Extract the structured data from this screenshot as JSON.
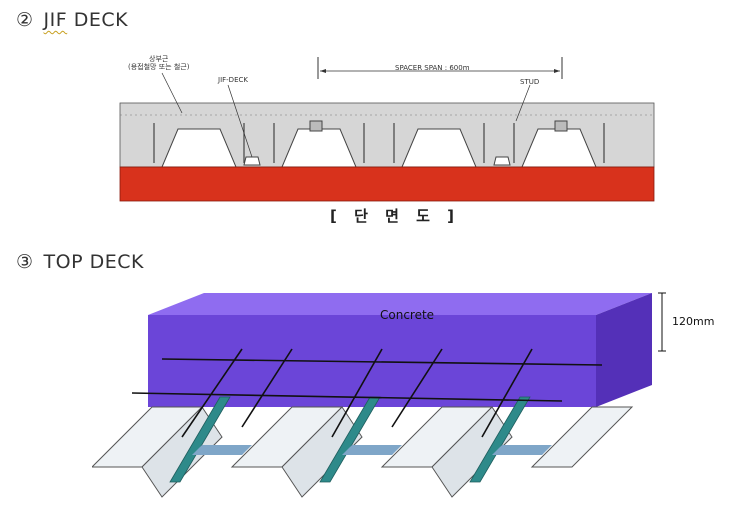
{
  "sections": [
    {
      "num": "②",
      "title_a": "JIF",
      "title_b": "DECK"
    },
    {
      "num": "③",
      "title": "TOP DECK"
    }
  ],
  "jif_deck": {
    "label_rebar_line1": "상부근",
    "label_rebar_line2": "(용접철망 또는 철근)",
    "label_jif": "JIF-DECK",
    "label_spacer": "SPACER SPAN : 600m",
    "label_stud": "STUD",
    "caption": "[ 단 면 도 ]"
  },
  "top_deck": {
    "concrete_label": "Concrete",
    "thickness_label": "120mm",
    "colors": {
      "concrete": "#6b45d8",
      "concrete_top": "#8f6cf0",
      "deck": "#e9eef2",
      "teal": "#2e8a8a",
      "steel_blue": "#7fa6c8"
    }
  },
  "colors": {
    "beam_red": "#d8321c",
    "slab_gray": "#d9d9d9"
  }
}
